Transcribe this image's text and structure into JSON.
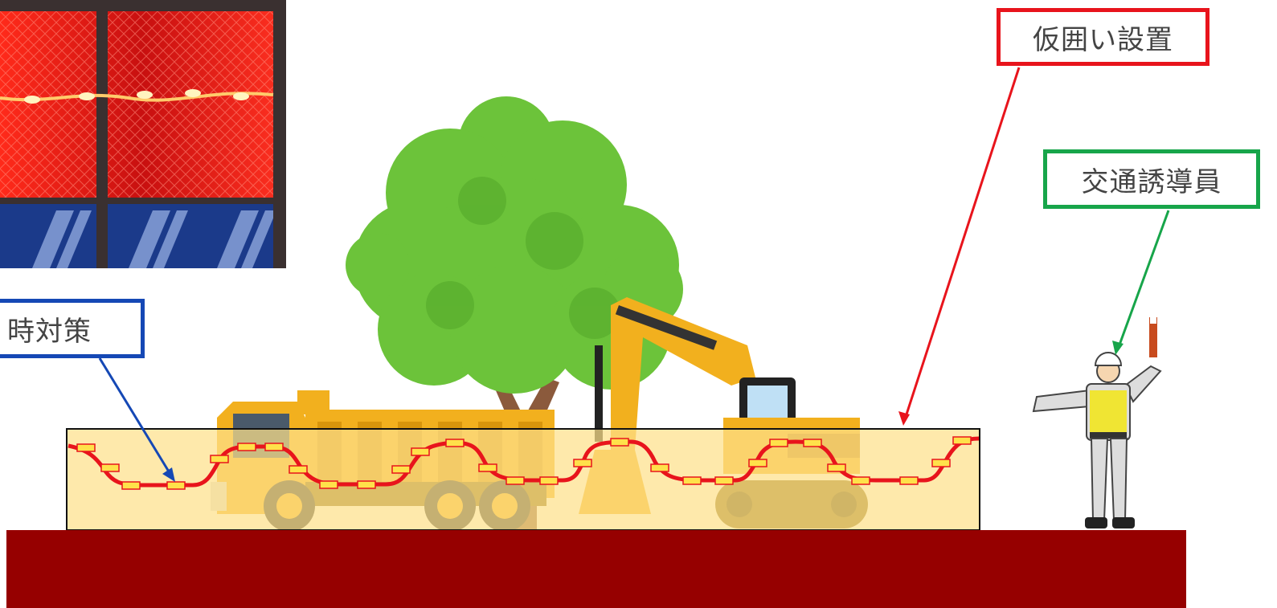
{
  "labels": {
    "fence": "仮囲い設置",
    "guide": "交通誘導員",
    "night": "時対策"
  },
  "colors": {
    "fence_label": "#e8141c",
    "guide_label": "#17a54a",
    "night_label": "#1548b5",
    "ground": "#960000",
    "work_area": "#fde08a",
    "light_string": "#e8141c",
    "light_bulb": "#ffe14a",
    "tree": "#6cc33a",
    "machinery": "#f2b01e"
  },
  "icons": [
    "warning-light-photo",
    "tree-icon",
    "dump-truck-icon",
    "excavator-icon",
    "traffic-guard-icon"
  ]
}
